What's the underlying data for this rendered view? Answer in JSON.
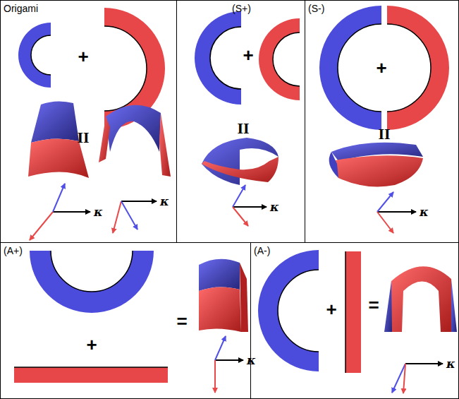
{
  "diagram": {
    "nodes": [
      {
        "text": [
          "Origami"
        ]
      },
      {
        "text": [
          "(S+)"
        ]
      },
      {
        "text": [
          "(S-)"
        ]
      },
      {
        "text": [
          "(A+)"
        ]
      },
      {
        "text": [
          "(A-)"
        ]
      }
    ],
    "labels": [
      "+",
      "II",
      "κ",
      "κ",
      "+",
      "II",
      "κ",
      "+",
      "II",
      "κ",
      "+",
      "=",
      "κ",
      "+",
      "=",
      "κ"
    ]
  }
}
